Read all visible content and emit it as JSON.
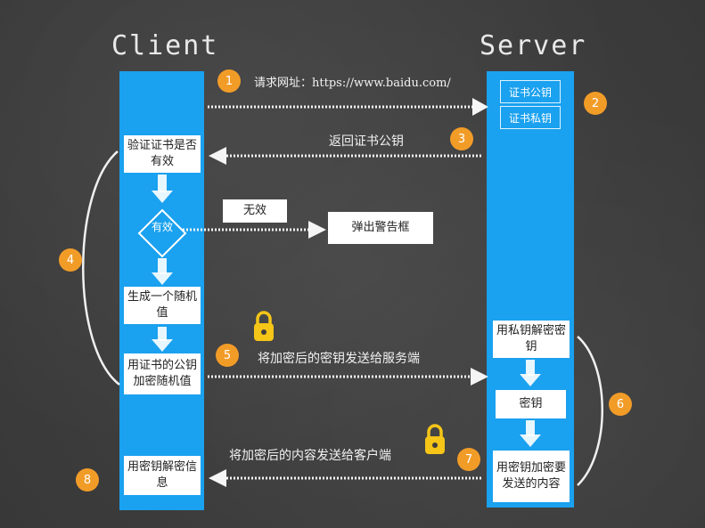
{
  "titles": {
    "client": "Client",
    "server": "Server"
  },
  "server_keys": {
    "public": "证书公钥",
    "private": "证书私钥"
  },
  "client_boxes": {
    "verify": "验证证书是否有效",
    "valid_decision": "有效",
    "generate": "生成一个随机值",
    "encrypt": "用证书的公钥加密随机值",
    "decrypt": "用密钥解密信息"
  },
  "invalid": {
    "label": "无效",
    "alert": "弹出警告框"
  },
  "server_boxes": {
    "decrypt_key": "用私钥解密密钥",
    "key": "密钥",
    "encrypt_content": "用密钥加密要发送的内容"
  },
  "steps": {
    "s1": {
      "num": "1",
      "text": "请求网址：https://www.baidu.com/"
    },
    "s2": {
      "num": "2"
    },
    "s3": {
      "num": "3",
      "text": "返回证书公钥"
    },
    "s4": {
      "num": "4"
    },
    "s5": {
      "num": "5",
      "text": "将加密后的密钥发送给服务端"
    },
    "s6": {
      "num": "6"
    },
    "s7": {
      "num": "7",
      "text": "将加密后的内容发送给客户端"
    },
    "s8": {
      "num": "8"
    }
  },
  "colors": {
    "bar": "#1aa1ef",
    "badge": "#f29c28",
    "lock": "#f5c518",
    "background": "#3d3d3d"
  }
}
